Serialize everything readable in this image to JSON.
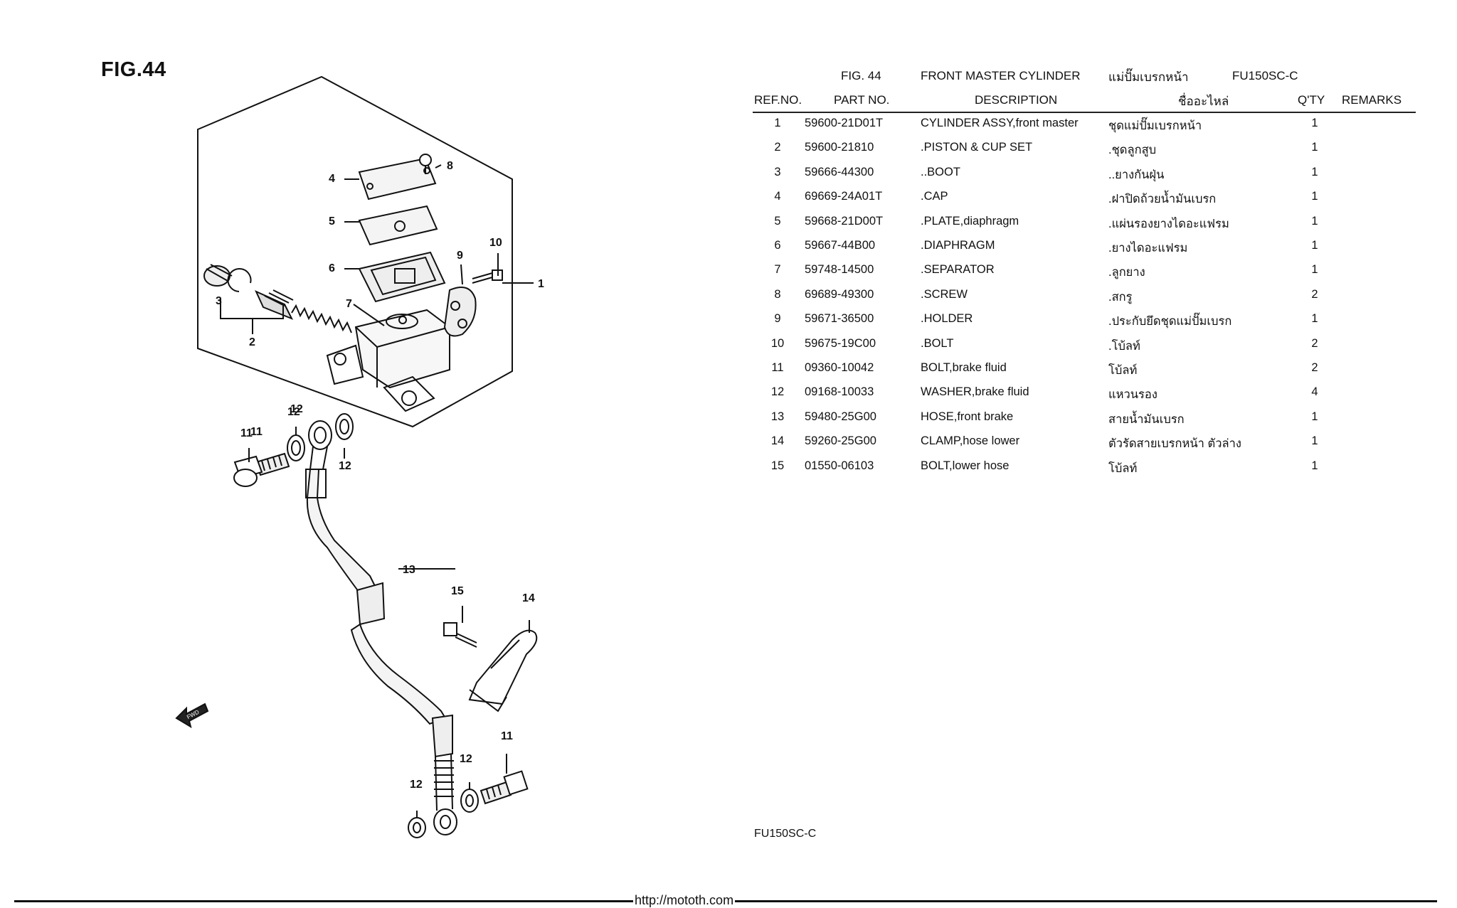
{
  "figure_label": "FIG.44",
  "header": {
    "fig": "FIG. 44",
    "title": "FRONT MASTER CYLINDER",
    "title_thai": "แม่ปั๊มเบรกหน้า",
    "model": "FU150SC-C"
  },
  "columns": {
    "ref_no": "REF.NO.",
    "part_no": "PART NO.",
    "description": "DESCRIPTION",
    "description_thai": "ชื่ออะไหล่",
    "qty": "Q'TY",
    "remarks": "REMARKS"
  },
  "parts": [
    {
      "ref": "1",
      "part_no": "59600-21D01T",
      "desc": "CYLINDER ASSY,front master",
      "thai": "ชุดแม่ปั๊มเบรกหน้า",
      "qty": "1"
    },
    {
      "ref": "2",
      "part_no": "59600-21810",
      "desc": ".PISTON & CUP SET",
      "thai": ".ชุดลูกสูบ",
      "qty": "1"
    },
    {
      "ref": "3",
      "part_no": "59666-44300",
      "desc": "..BOOT",
      "thai": "..ยางกันฝุ่น",
      "qty": "1"
    },
    {
      "ref": "4",
      "part_no": "69669-24A01T",
      "desc": ".CAP",
      "thai": ".ฝาปิดถ้วยน้ำมันเบรก",
      "qty": "1"
    },
    {
      "ref": "5",
      "part_no": "59668-21D00T",
      "desc": ".PLATE,diaphragm",
      "thai": ".แผ่นรองยางไดอะแฟรม",
      "qty": "1"
    },
    {
      "ref": "6",
      "part_no": "59667-44B00",
      "desc": ".DIAPHRAGM",
      "thai": ".ยางไดอะแฟรม",
      "qty": "1"
    },
    {
      "ref": "7",
      "part_no": "59748-14500",
      "desc": ".SEPARATOR",
      "thai": ".ลูกยาง",
      "qty": "1"
    },
    {
      "ref": "8",
      "part_no": "69689-49300",
      "desc": ".SCREW",
      "thai": ".สกรู",
      "qty": "2"
    },
    {
      "ref": "9",
      "part_no": "59671-36500",
      "desc": ".HOLDER",
      "thai": ".ประกับยึดชุดแม่ปั๊มเบรก",
      "qty": "1"
    },
    {
      "ref": "10",
      "part_no": "59675-19C00",
      "desc": ".BOLT",
      "thai": ".โบ้ลท์",
      "qty": "2"
    },
    {
      "ref": "11",
      "part_no": "09360-10042",
      "desc": "BOLT,brake fluid",
      "thai": "โบ้ลท์",
      "qty": "2"
    },
    {
      "ref": "12",
      "part_no": "09168-10033",
      "desc": "WASHER,brake fluid",
      "thai": "แหวนรอง",
      "qty": "4"
    },
    {
      "ref": "13",
      "part_no": "59480-25G00",
      "desc": "HOSE,front brake",
      "thai": "สายน้ำมันเบรก",
      "qty": "1"
    },
    {
      "ref": "14",
      "part_no": "59260-25G00",
      "desc": "CLAMP,hose lower",
      "thai": "ตัวรัดสายเบรกหน้า ตัวล่าง",
      "qty": "1"
    },
    {
      "ref": "15",
      "part_no": "01550-06103",
      "desc": "BOLT,lower hose",
      "thai": "โบ้ลท์",
      "qty": "1"
    }
  ],
  "diagram": {
    "callouts": [
      "1",
      "2",
      "3",
      "4",
      "5",
      "6",
      "7",
      "8",
      "9",
      "10",
      "11",
      "12",
      "12",
      "11",
      "12",
      "13",
      "15",
      "14",
      "12",
      "11",
      "12"
    ],
    "fwd_label": "FWD"
  },
  "footer": {
    "model": "FU150SC-C",
    "url": "http://mototh.com"
  }
}
